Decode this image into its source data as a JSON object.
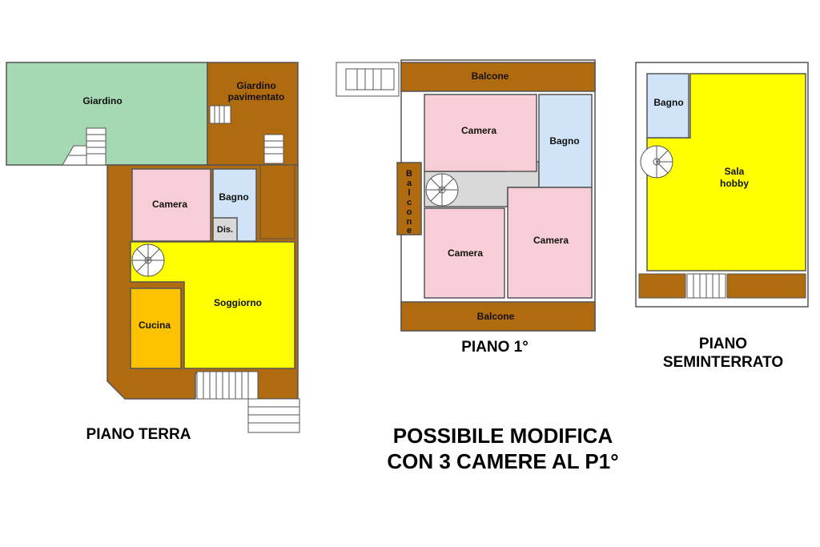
{
  "colors": {
    "garden": "#a6d8b3",
    "paved": "#b06a0f",
    "bedroom": "#f7cdd8",
    "bathroom": "#d1e4f7",
    "living": "#ffff00",
    "kitchen": "#fcc200",
    "corridor": "#d9d9d9",
    "wall": "#555555"
  },
  "rooms": {
    "giardino": "Giardino",
    "giardino_pav_1": "Giardino",
    "giardino_pav_2": "pavimentato",
    "camera": "Camera",
    "bagno": "Bagno",
    "dis": "Dis.",
    "soggiorno": "Soggiorno",
    "cucina": "Cucina",
    "balcone": "Balcone",
    "balcone_vertical": [
      "B",
      "a",
      "l",
      "c",
      "o",
      "n",
      "e"
    ],
    "sala_1": "Sala",
    "sala_2": "hobby"
  },
  "floors": {
    "ground": "PIANO TERRA",
    "first": "PIANO 1°",
    "basement_1": "PIANO",
    "basement_2": "SEMINTERRATO"
  },
  "note": {
    "line1": "POSSIBILE MODIFICA",
    "line2": "CON 3 CAMERE AL P1°"
  }
}
